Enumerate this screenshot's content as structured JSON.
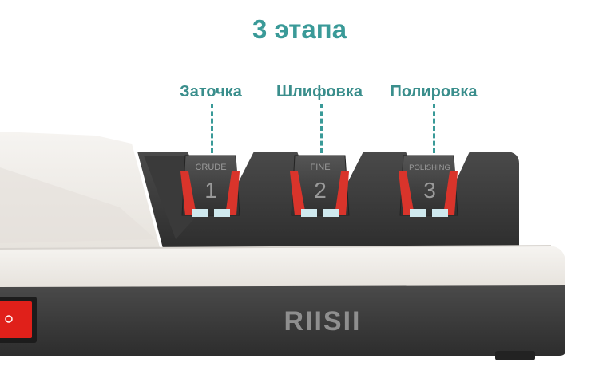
{
  "title": "3 этапа",
  "stages": [
    {
      "label": "Заточка",
      "slot_name": "CRUDE",
      "slot_number": "1"
    },
    {
      "label": "Шлифовка",
      "slot_name": "FINE",
      "slot_number": "2"
    },
    {
      "label": "Полировка",
      "slot_name": "POLISHING",
      "slot_number": "3"
    }
  ],
  "brand": "RIISII",
  "colors": {
    "title": "#3a9a98",
    "body_dark": "#3b3b3b",
    "body_light": "#efece7",
    "accent_red": "#d9342b",
    "switch_red": "#e0201a"
  },
  "icons": [
    "power-switch-icon"
  ]
}
